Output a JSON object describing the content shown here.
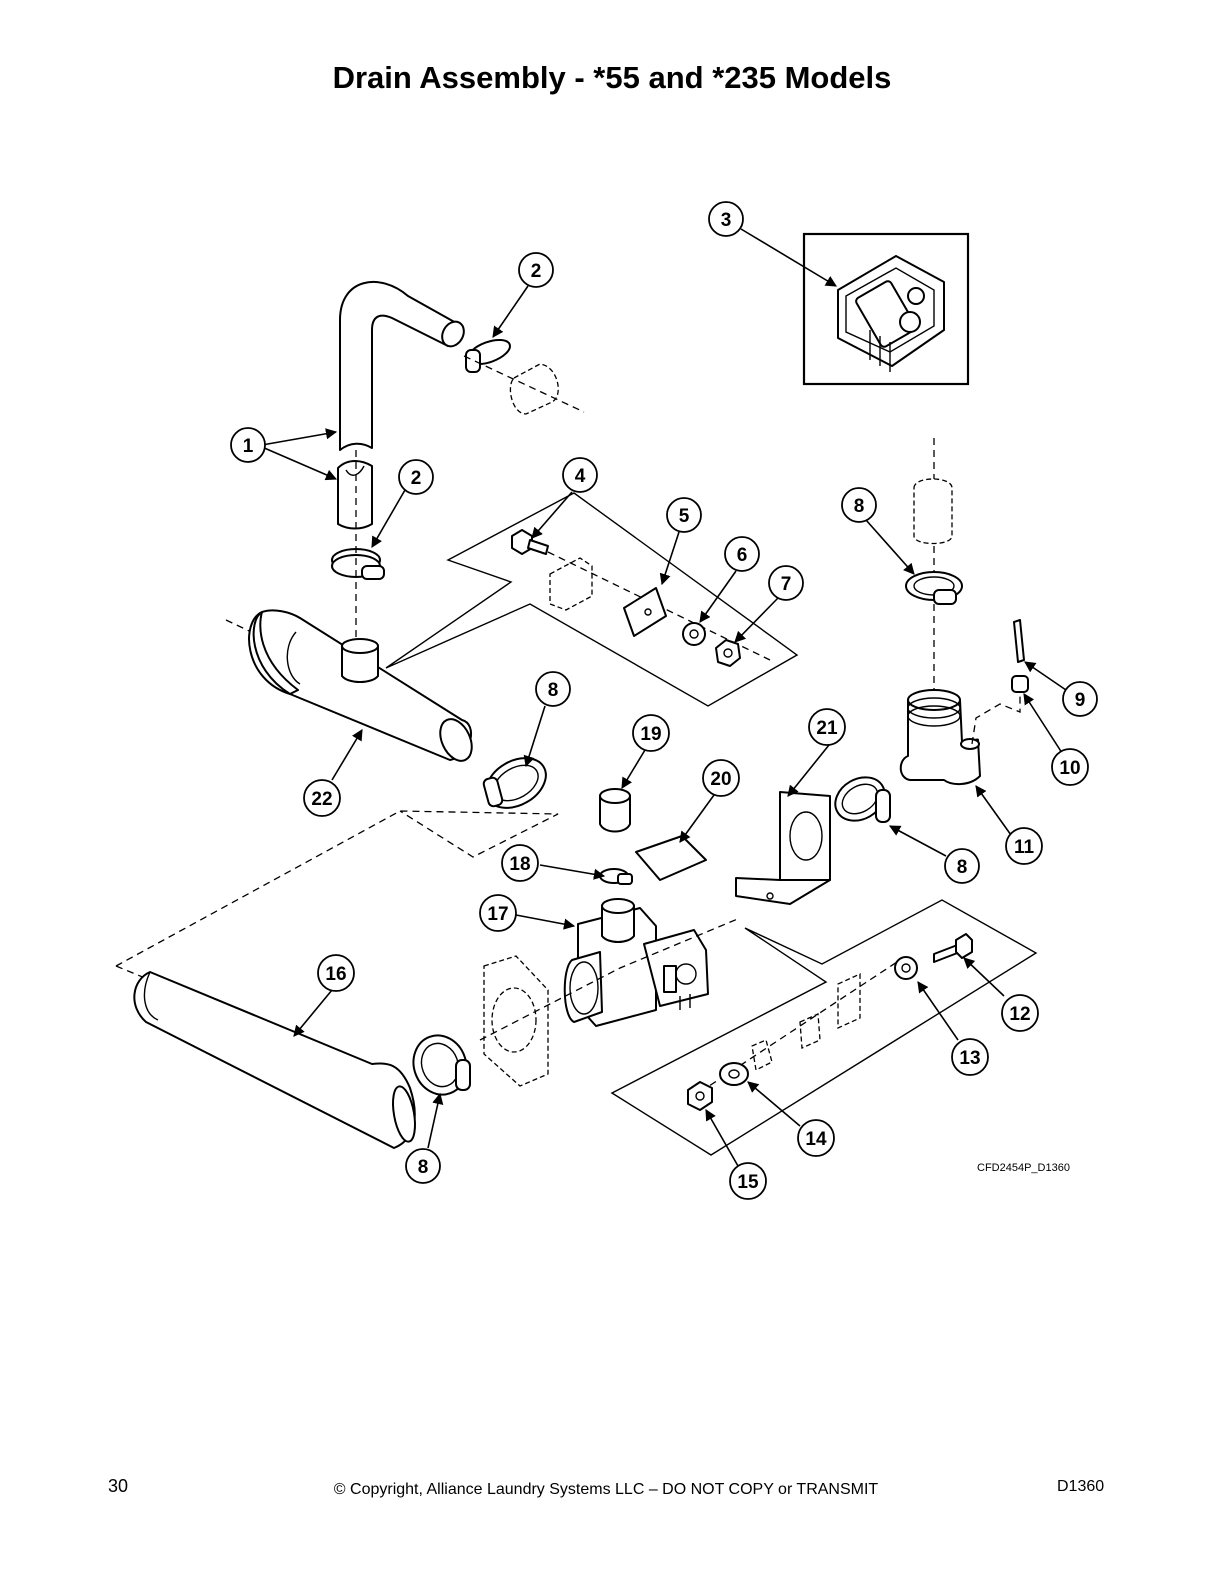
{
  "title": "Drain Assembly - *55 and *235 Models",
  "diagram_ref": "CFD2454P_D1360",
  "footer": {
    "page_number": "30",
    "copyright": "© Copyright, Alliance Laundry Systems LLC – DO NOT COPY or TRANSMIT",
    "doc_code": "D1360"
  },
  "callouts": {
    "c1": "1",
    "c2a": "2",
    "c2b": "2",
    "c3": "3",
    "c4": "4",
    "c5": "5",
    "c6": "6",
    "c7": "7",
    "c8a": "8",
    "c8b": "8",
    "c8c": "8",
    "c8d": "8",
    "c9": "9",
    "c10": "10",
    "c11": "11",
    "c12": "12",
    "c13": "13",
    "c14": "14",
    "c15": "15",
    "c16": "16",
    "c17": "17",
    "c18": "18",
    "c19": "19",
    "c20": "20",
    "c21": "21",
    "c22": "22"
  }
}
